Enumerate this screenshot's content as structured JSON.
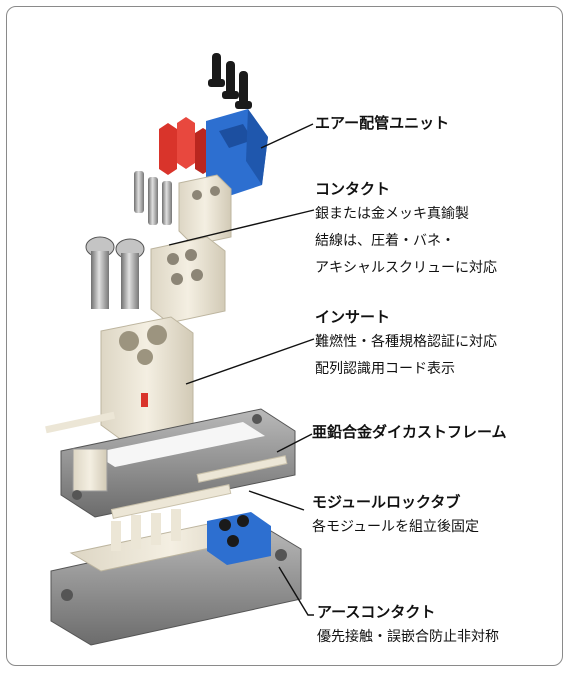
{
  "annotations": [
    {
      "title": "エアー配管ユニット",
      "lines": []
    },
    {
      "title": "コンタクト",
      "lines": [
        "銀または金メッキ真鍮製",
        "結線は、圧着・バネ・",
        "アキシャルスクリューに対応"
      ]
    },
    {
      "title": "インサート",
      "lines": [
        "難燃性・各種規格認証に対応",
        "配列認識用コード表示"
      ]
    },
    {
      "title": "亜鉛合金ダイカストフレーム",
      "lines": []
    },
    {
      "title": "モジュールロックタブ",
      "lines": [
        "各モジュールを組立後固定"
      ]
    },
    {
      "title": "アースコンタクト",
      "lines": [
        "優先接触・誤嵌合防止非対称"
      ]
    }
  ],
  "colors": {
    "insert_cream": "#ece6d6",
    "air_unit_blue": "#2d6fd0",
    "seal_red": "#d9342b",
    "frame_grey": "#8a8a8a",
    "tube_black": "#1a1a1a",
    "metal": "#a8a8a8"
  }
}
